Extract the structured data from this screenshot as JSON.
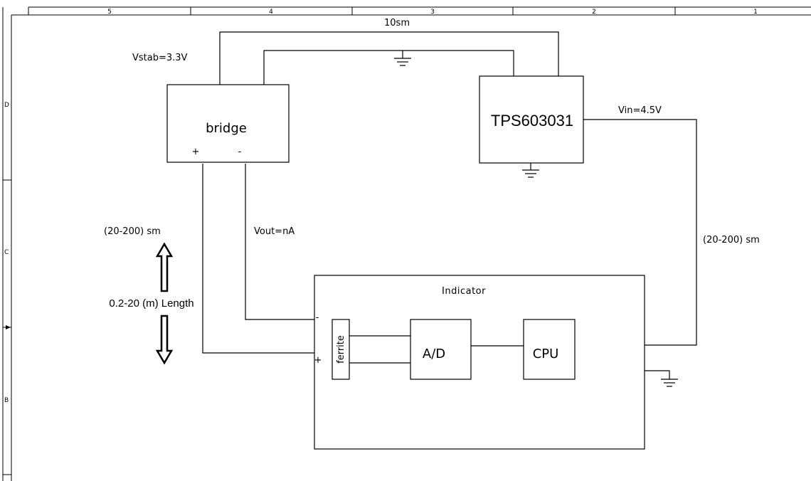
{
  "frame": {
    "columns": [
      "5",
      "4",
      "3",
      "2",
      "1"
    ],
    "rows": [
      "D",
      "C",
      "B"
    ]
  },
  "labels": {
    "top_cable": "10sm",
    "vstab": "Vstab=3.3V",
    "vin": "Vin=4.5V",
    "left_cable": "(20-200) sm",
    "right_cable": "(20-200) sm",
    "vout": "Vout=nA",
    "length": "0.2-20 (m) Length"
  },
  "blocks": {
    "bridge": {
      "name": "bridge",
      "plus": "+",
      "minus": "-"
    },
    "regulator": {
      "name": "TPS603031"
    },
    "indicator": {
      "name": "Indicator",
      "minus": "-",
      "plus": "+"
    },
    "ferrite": {
      "name": "ferrite"
    },
    "adc": {
      "name": "A/D"
    },
    "cpu": {
      "name": "CPU"
    }
  }
}
